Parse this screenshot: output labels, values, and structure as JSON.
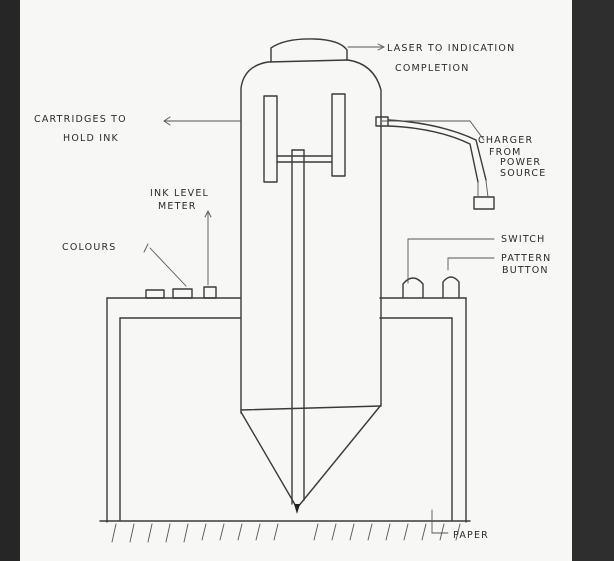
{
  "labels": {
    "laser": "LASER TO INDICATION",
    "laser_2": "COMPLETION",
    "cartridges": "CARTRIDGES TO",
    "cartridges_2": "HOLD INK",
    "charger": "CHARGER",
    "charger_2": "FROM",
    "charger_3": "POWER",
    "charger_4": "SOURCE",
    "ink_level": "INK LEVEL",
    "ink_level_2": "METER",
    "colours": "COLOURS",
    "switch": "SWITCH",
    "pattern": "PATTERN",
    "pattern_2": "BUTTON",
    "paper": "PAPER"
  },
  "colors": {
    "paper": "#f7f7f5",
    "ink": "#3a3a3a",
    "dark_frame": "#2a2a2a"
  }
}
